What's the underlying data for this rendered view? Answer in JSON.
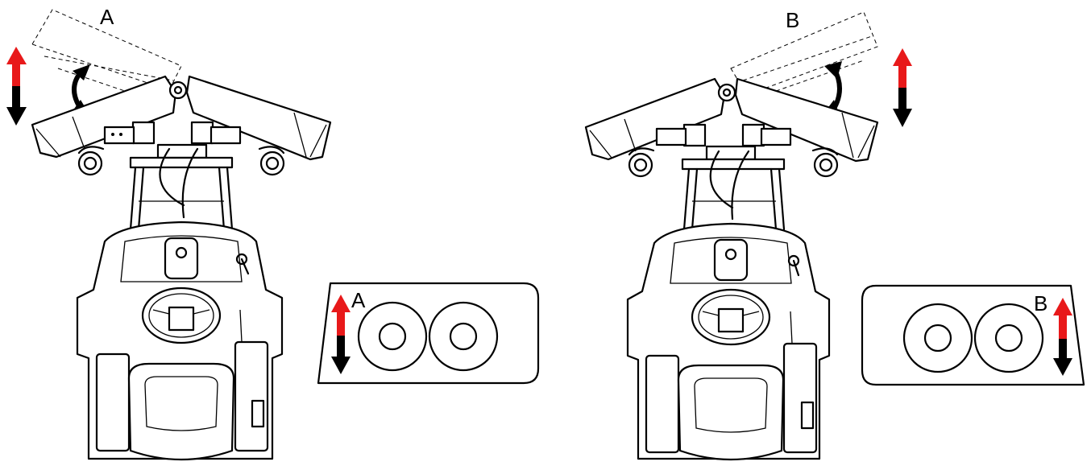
{
  "panels": [
    {
      "id": "A",
      "label": "A",
      "switch_label": "A",
      "tilt_side": "left"
    },
    {
      "id": "B",
      "label": "B",
      "switch_label": "B",
      "tilt_side": "right"
    }
  ],
  "colors": {
    "arrow_up": "#e8191a",
    "arrow_down": "#000000",
    "line": "#000000"
  }
}
